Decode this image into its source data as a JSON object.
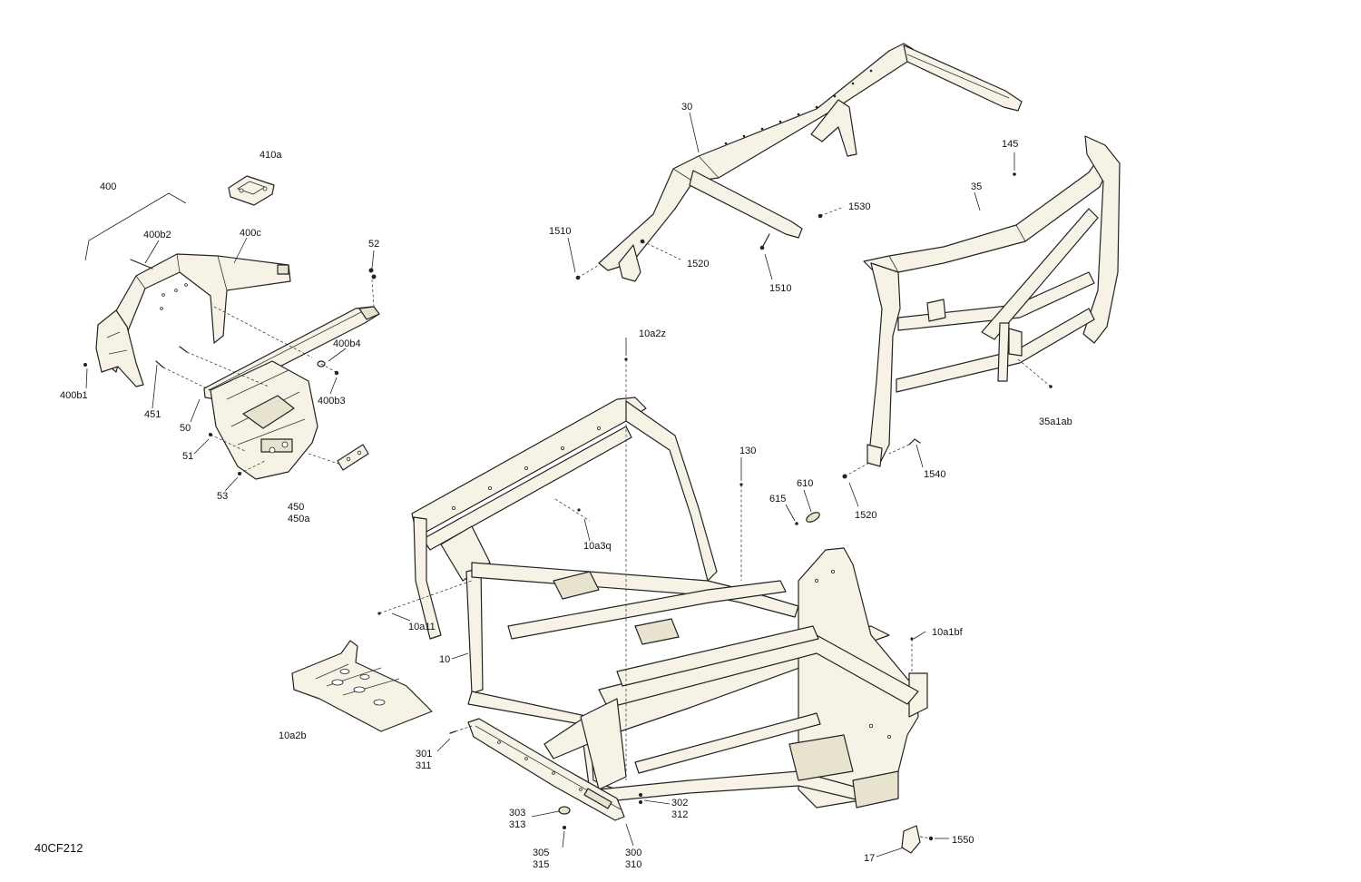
{
  "diagram": {
    "id_code": "40CF212",
    "callouts": [
      {
        "key": "c400",
        "lines": [
          "400"
        ]
      },
      {
        "key": "c410a",
        "lines": [
          "410a"
        ]
      },
      {
        "key": "c400b2",
        "lines": [
          "400b2"
        ]
      },
      {
        "key": "c400c",
        "lines": [
          "400c"
        ]
      },
      {
        "key": "c52",
        "lines": [
          "52"
        ]
      },
      {
        "key": "c400b4",
        "lines": [
          "400b4"
        ]
      },
      {
        "key": "c400b3",
        "lines": [
          "400b3"
        ]
      },
      {
        "key": "c400b1",
        "lines": [
          "400b1"
        ]
      },
      {
        "key": "c451",
        "lines": [
          "451"
        ]
      },
      {
        "key": "c50",
        "lines": [
          "50"
        ]
      },
      {
        "key": "c51",
        "lines": [
          "51"
        ]
      },
      {
        "key": "c53",
        "lines": [
          "53"
        ]
      },
      {
        "key": "c450",
        "lines": [
          "450",
          "450a"
        ]
      },
      {
        "key": "c30",
        "lines": [
          "30"
        ]
      },
      {
        "key": "c145",
        "lines": [
          "145"
        ]
      },
      {
        "key": "c35",
        "lines": [
          "35"
        ]
      },
      {
        "key": "c1510a",
        "lines": [
          "1510"
        ]
      },
      {
        "key": "c1520a",
        "lines": [
          "1520"
        ]
      },
      {
        "key": "c1530",
        "lines": [
          "1530"
        ]
      },
      {
        "key": "c1510b",
        "lines": [
          "1510"
        ]
      },
      {
        "key": "c10a2z",
        "lines": [
          "10a2z"
        ]
      },
      {
        "key": "c35a1ab",
        "lines": [
          "35a1ab"
        ]
      },
      {
        "key": "c130",
        "lines": [
          "130"
        ]
      },
      {
        "key": "c1540",
        "lines": [
          "1540"
        ]
      },
      {
        "key": "c610",
        "lines": [
          "610"
        ]
      },
      {
        "key": "c615",
        "lines": [
          "615"
        ]
      },
      {
        "key": "c1520b",
        "lines": [
          "1520"
        ]
      },
      {
        "key": "c10a3q",
        "lines": [
          "10a3q"
        ]
      },
      {
        "key": "c10a11",
        "lines": [
          "10a11"
        ]
      },
      {
        "key": "c10",
        "lines": [
          "10"
        ]
      },
      {
        "key": "c10a1bf",
        "lines": [
          "10a1bf"
        ]
      },
      {
        "key": "c10a2b",
        "lines": [
          "10a2b"
        ]
      },
      {
        "key": "c301",
        "lines": [
          "301",
          "311"
        ]
      },
      {
        "key": "c302",
        "lines": [
          "302",
          "312"
        ]
      },
      {
        "key": "c303",
        "lines": [
          "303",
          "313"
        ]
      },
      {
        "key": "c305",
        "lines": [
          "305",
          "315"
        ]
      },
      {
        "key": "c300",
        "lines": [
          "300",
          "310"
        ]
      },
      {
        "key": "c1550",
        "lines": [
          "1550"
        ]
      },
      {
        "key": "c17",
        "lines": [
          "17"
        ]
      }
    ]
  }
}
